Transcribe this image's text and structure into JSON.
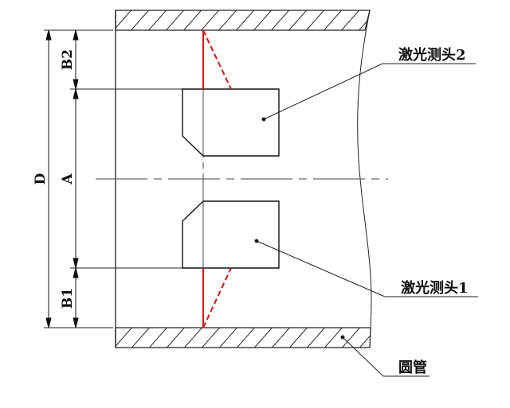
{
  "dimensions": {
    "D": "D",
    "A": "A",
    "B1": "B1",
    "B2": "B2"
  },
  "labels": {
    "probe2": "激光测头2",
    "probe1": "激光测头1",
    "pipe": "圆管"
  },
  "colors": {
    "line": "#222222",
    "laser": "#e01010"
  }
}
